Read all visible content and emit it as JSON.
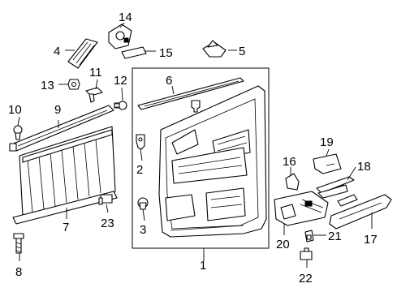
{
  "diagram": {
    "style": {
      "line_color": "#000000",
      "background": "#ffffff"
    },
    "callouts": [
      "1",
      "2",
      "3",
      "4",
      "5",
      "6",
      "7",
      "8",
      "9",
      "10",
      "11",
      "12",
      "13",
      "14",
      "15",
      "16",
      "17",
      "18",
      "19",
      "20",
      "21",
      "22",
      "23"
    ],
    "parts": [
      {
        "callout": "1",
        "icon": "door-trim-panel-icon"
      },
      {
        "callout": "2",
        "icon": "clip-icon"
      },
      {
        "callout": "3",
        "icon": "clip-icon"
      },
      {
        "callout": "4",
        "icon": "bracket-icon"
      },
      {
        "callout": "5",
        "icon": "clip-icon"
      },
      {
        "callout": "6",
        "icon": "weatherstrip-icon"
      },
      {
        "callout": "7",
        "icon": "sunshade-icon"
      },
      {
        "callout": "8",
        "icon": "bolt-icon"
      },
      {
        "callout": "9",
        "icon": "sunshade-rail-icon"
      },
      {
        "callout": "10",
        "icon": "screw-icon"
      },
      {
        "callout": "11",
        "icon": "bracket-icon"
      },
      {
        "callout": "12",
        "icon": "screw-icon"
      },
      {
        "callout": "13",
        "icon": "nut-icon"
      },
      {
        "callout": "14",
        "icon": "switch-icon"
      },
      {
        "callout": "15",
        "icon": "cover-icon"
      },
      {
        "callout": "16",
        "icon": "cover-icon"
      },
      {
        "callout": "17",
        "icon": "armrest-icon"
      },
      {
        "callout": "18",
        "icon": "bracket-icon"
      },
      {
        "callout": "19",
        "icon": "cover-icon"
      },
      {
        "callout": "20",
        "icon": "pull-handle-icon"
      },
      {
        "callout": "21",
        "icon": "clip-icon"
      },
      {
        "callout": "22",
        "icon": "clip-icon"
      },
      {
        "callout": "23",
        "icon": "clip-icon"
      }
    ]
  }
}
